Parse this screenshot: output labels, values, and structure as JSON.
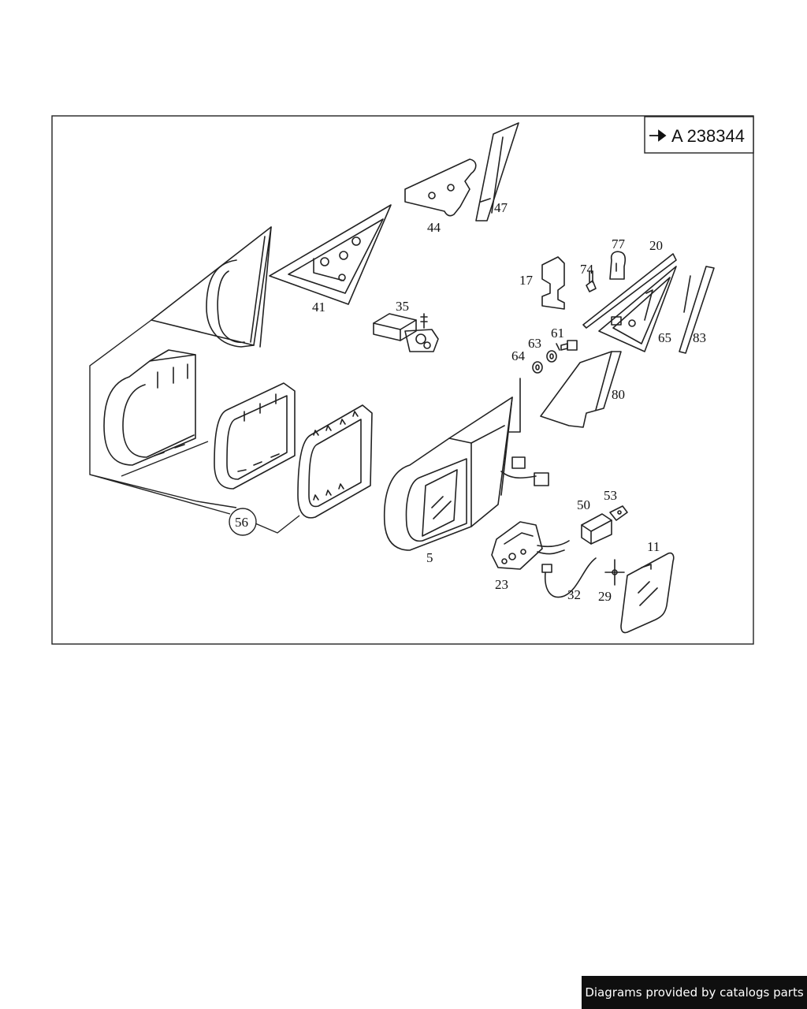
{
  "diagram": {
    "reference": "A 238344",
    "callouts": {
      "c5": "5",
      "c11": "11",
      "c17": "17",
      "c20": "20",
      "c23": "23",
      "c29": "29",
      "c32": "32",
      "c35": "35",
      "c41": "41",
      "c44": "44",
      "c47": "47",
      "c50": "50",
      "c53": "53",
      "c56": "56",
      "c61": "61",
      "c63": "63",
      "c64": "64",
      "c65": "65",
      "c74": "74",
      "c77": "77",
      "c80": "80",
      "c83": "83"
    }
  },
  "footer": {
    "text": "Diagrams provided by catalogs parts"
  }
}
